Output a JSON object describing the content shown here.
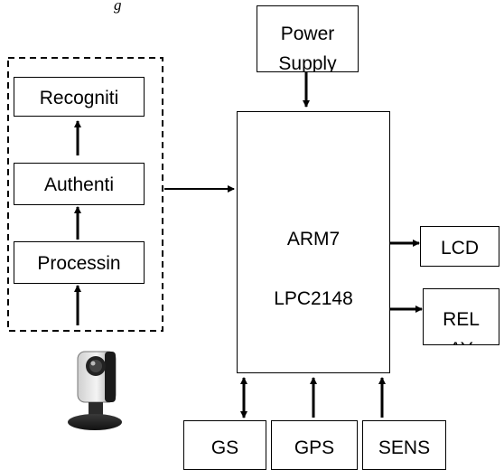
{
  "caption": "g",
  "blocks": {
    "power_supply": [
      "Power",
      "Supply"
    ],
    "recognition": "Recogniti",
    "authentication": "Authenti",
    "processing": "Processin",
    "arm7": "ARM7",
    "lpc": "LPC2148",
    "lcd": "LCD",
    "relay": [
      "REL",
      "AY"
    ],
    "gsm": "GS",
    "gps": "GPS",
    "sensor": "SENS"
  },
  "icons": {
    "camera": "webcam-icon"
  }
}
